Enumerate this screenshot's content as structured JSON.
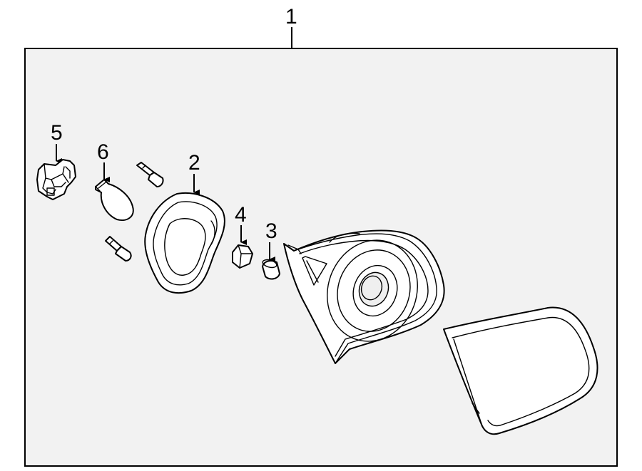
{
  "callouts": {
    "c1": "1",
    "c2": "2",
    "c3": "3",
    "c4": "4",
    "c5": "5",
    "c6": "6"
  },
  "colors": {
    "frame_fill": "#f2f2f2",
    "line": "#000000",
    "part_fill": "#ffffff"
  }
}
